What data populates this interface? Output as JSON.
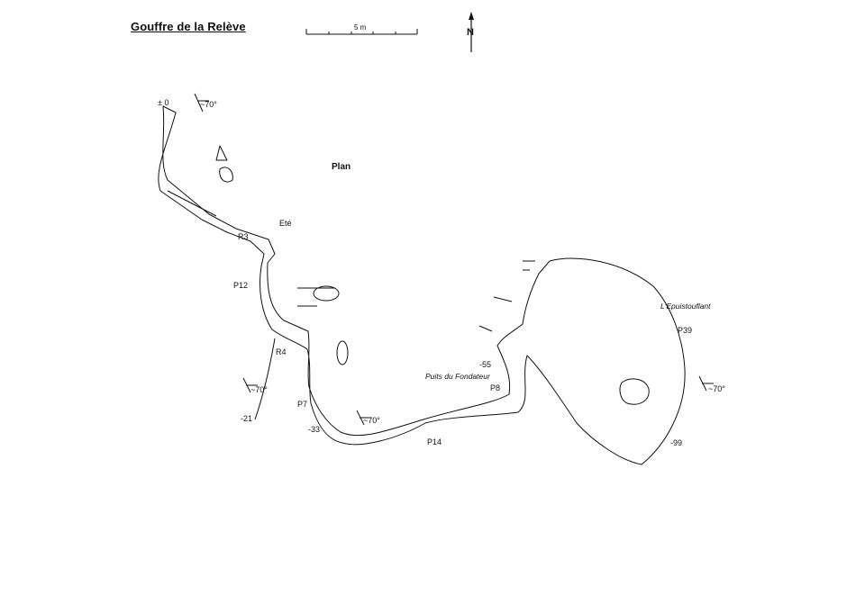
{
  "map": {
    "title": "Gouffre de la Relève",
    "view_label": "Plan",
    "scale_label": "5 m",
    "north_label": "N",
    "labels": {
      "entrance_depth": "± 0",
      "dip_1": "~70°",
      "dip_2": "~70°",
      "dip_3": "~70°",
      "dip_4": "~70°",
      "ete": "Eté",
      "r3": "R3",
      "p12": "P12",
      "r4": "R4",
      "depth_21": "-21",
      "p7": "P7",
      "depth_33": "-33",
      "p14": "P14",
      "puits_fondateur": "Puits du Fondateur",
      "depth_55": "-55",
      "p8": "P8",
      "epuistouflant": "L'Epuistouflant",
      "p39": "P39",
      "depth_99": "-99"
    }
  }
}
